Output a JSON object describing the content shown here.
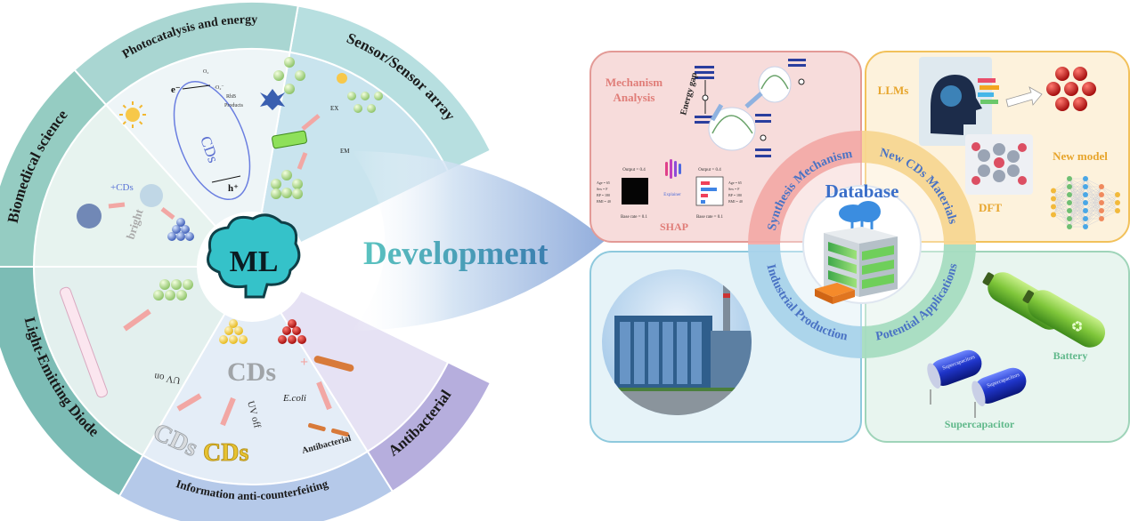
{
  "fan": {
    "center_label": "ML",
    "sectors": {
      "sensor": "Sensor/Sensor array",
      "photocatalysis": "Photocatalysis and energy",
      "biomedical": "Biomedical science",
      "led": "Light-Emitting Diode",
      "anticounterfeit": "Information anti-counterfeiting",
      "antibacterial": "Antibacterial"
    },
    "inner": {
      "cds": "CDs",
      "electron": "e⁻",
      "hole": "h⁺",
      "o2": "O₂",
      "o2_radical": "·O₂⁻",
      "rhb": "RhB",
      "products": "Products",
      "plus_cds": "+CDs",
      "bright": "bright",
      "ex": "EX",
      "em": "EM",
      "uv_on": "UV on",
      "uv_off": "UV off",
      "ecoli": "E.coli",
      "antibacterial_small": "Antibacterial"
    }
  },
  "arrow_label": "Development",
  "hub": {
    "title": "Database",
    "rings": {
      "synthesis": "Synthesis Mechanism",
      "new_materials": "New CDs Materials",
      "industrial": "Industrial Production",
      "potential": "Potential Applications"
    }
  },
  "panels": {
    "mechanism": {
      "title_line1": "Mechanism",
      "title_line2": "Analysis",
      "energy_gap": "Energy gap",
      "shap": "SHAP",
      "output_left": "Output = 0.4",
      "output_right": "Output = 0.4",
      "base_left": "Base rate = 0.1",
      "base_right": "Base rate = 0.1",
      "explainer": "Explainer"
    },
    "llm": {
      "llms": "LLMs",
      "dft": "DFT",
      "new_model": "New model"
    },
    "applications": {
      "battery": "Battery",
      "supercapacitor": "Supercapacitor",
      "cap_label": "Supercapacitors"
    }
  },
  "colors": {
    "sensor": "#b7dfe0",
    "photocatalysis": "#a9d6d2",
    "biomedical": "#95ccc2",
    "led": "#7cbcb5",
    "anticounterfeit": "#b5c9e9",
    "antibacterial": "#b6aedd",
    "mechanism_bg": "#f7dcdb",
    "mechanism_border": "#e39a96",
    "llm_bg": "#fdf2dc",
    "llm_border": "#f2c15b",
    "industrial_bg": "#e6f3f8",
    "industrial_border": "#8ec9dd",
    "app_bg": "#e8f5ef",
    "app_border": "#9fd4b9",
    "brain": "#35c2c9"
  }
}
